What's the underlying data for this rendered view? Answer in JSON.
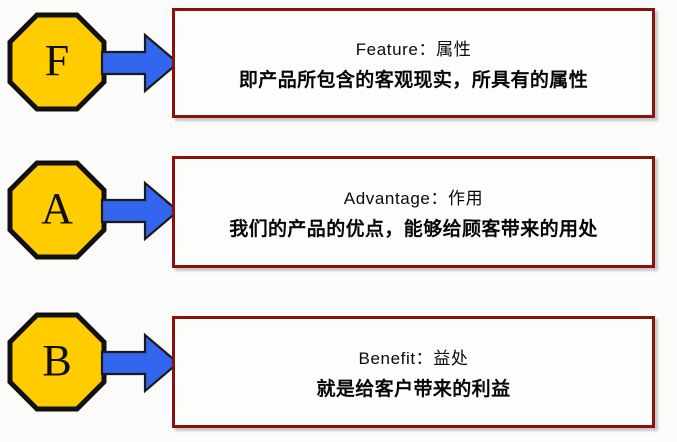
{
  "diagram": {
    "name": "FAB 法则图",
    "background_color": "#fbfbfa",
    "palette": {
      "octagon_fill": "#FFCC00",
      "octagon_stroke": "#111111",
      "arrow_fill": "#3366EE",
      "arrow_stroke": "#1A1A1A",
      "box_border": "#8B1010",
      "box_fill": "#FDFDFC",
      "text_color": "#060606"
    },
    "rows": [
      {
        "badge_letter": "F",
        "badge_shape": "octagon",
        "arrow": "right-arrow-icon",
        "title": "Feature：属性",
        "description": "即产品所包含的客观现实，所具有的属性"
      },
      {
        "badge_letter": "A",
        "badge_shape": "octagon",
        "arrow": "right-arrow-icon",
        "title": "Advantage：作用",
        "description": "我们的产品的优点，能够给顾客带来的用处"
      },
      {
        "badge_letter": "B",
        "badge_shape": "octagon",
        "arrow": "right-arrow-icon",
        "title": "Benefit：益处",
        "description": "就是给客户带来的利益"
      }
    ]
  }
}
